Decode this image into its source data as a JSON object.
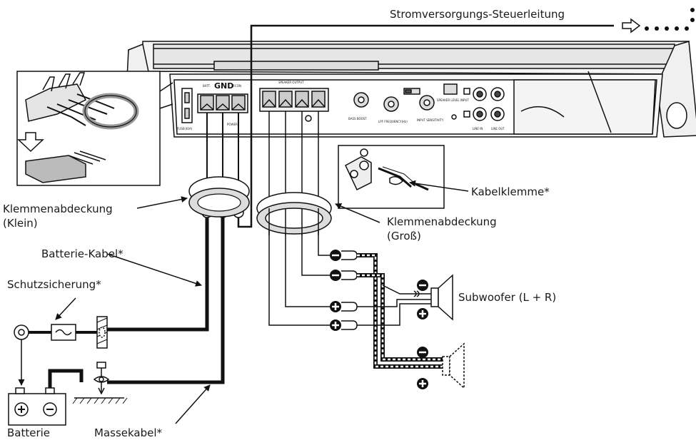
{
  "labels": {
    "power_control": "Stromversorgungs-Steuerleitung",
    "terminal_cover_small_1": "Klemmenabdeckung",
    "terminal_cover_small_2": "(Klein)",
    "terminal_cover_large_1": "Klemmenabdeckung",
    "terminal_cover_large_2": "(Groß)",
    "cable_clamp": "Kabelklemme*",
    "battery_cable": "Batterie-Kabel*",
    "protection_fuse": "Schutzsicherung*",
    "subwoofer": "Subwoofer (L + R)",
    "battery": "Batterie",
    "ground_cable": "Massekabel*"
  },
  "panel": {
    "batt": "BATT.",
    "gnd": "GND",
    "pcon": "P.CON",
    "fuse": "FUSE(40A)",
    "power": "POWER",
    "speaker_output": "SPEAKER OUTPUT",
    "bass_boost": "BASS BOOST",
    "lpf": "LPF FREQUENCY(Hz)",
    "input_sens": "INPUT SENSITIVITY",
    "speaker_level_input": "SPEAKER LEVEL INPUT",
    "line_in": "LINE IN",
    "line_out": "LINE OUT"
  },
  "colors": {
    "line": "#111111",
    "panel_fill": "#e6e6e6",
    "shadow": "#bdbdbd"
  }
}
